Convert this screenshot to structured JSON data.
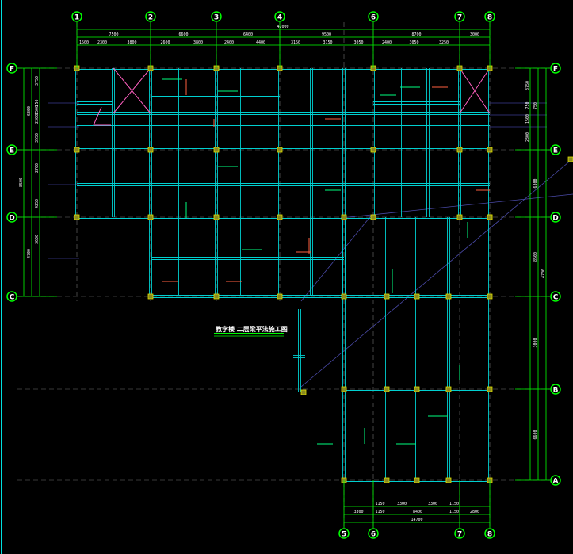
{
  "drawing_title": "教学楼 二层梁平法施工图",
  "axes": {
    "columns_top": [
      "1",
      "2",
      "3",
      "4",
      "6",
      "7",
      "8"
    ],
    "columns_bottom": [
      "5",
      "6",
      "7",
      "8"
    ],
    "rows_left": [
      "F",
      "E",
      "D",
      "C"
    ],
    "rows_right": [
      "F",
      "E",
      "D",
      "C",
      "B",
      "A"
    ]
  },
  "dims_top": {
    "total": "47000",
    "row2": [
      "7500",
      "6600",
      "6400",
      "9500",
      "8700",
      "3000"
    ],
    "row3": [
      "1500",
      "2300",
      "3800",
      "2600",
      "3800",
      "2400",
      "4400",
      "3150",
      "3150",
      "3050",
      "2400",
      "3050",
      "3250"
    ]
  },
  "dims_left": {
    "total": "8500",
    "row2": [
      "6300",
      "4700"
    ],
    "row3": [
      "3750",
      "750",
      "1500",
      "2300",
      "3550",
      "2700",
      "4250",
      "3600"
    ]
  },
  "dims_right": {
    "total": "4700",
    "row2": [
      "750",
      "6300",
      "8500",
      "3000",
      "6600"
    ],
    "row3": [
      "3750",
      "750",
      "1500",
      "2300"
    ]
  },
  "dims_bottom": {
    "row1": [
      "1150",
      "3300",
      "3300",
      "1150"
    ],
    "row2": [
      "3300",
      "1150",
      "8400",
      "1150",
      "2800"
    ],
    "total": "14700"
  },
  "colors": {
    "beam": "#00d0d0",
    "dim": "#00ff00",
    "column": "#c8c800",
    "brace": "#ff60c0",
    "leader": "#4040a0"
  }
}
